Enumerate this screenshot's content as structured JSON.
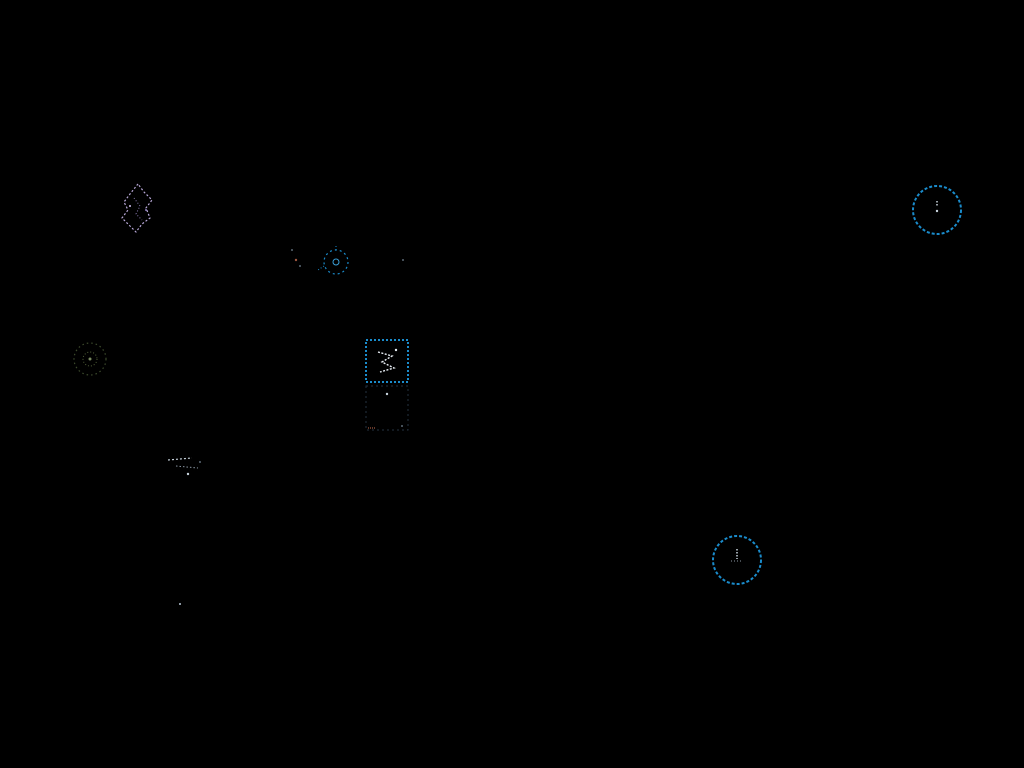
{
  "scene": {
    "background": "#000000",
    "outline_color": "#1a8ccc",
    "accent_color": "#b8a8d8",
    "warm_color": "#a05840",
    "mid_color": "#5c6874"
  },
  "sprites": [
    {
      "name": "crystal-shard-sprite",
      "icon": "crystal-shard"
    },
    {
      "name": "debris-cluster-sprite",
      "icon": "debris-cluster"
    },
    {
      "name": "ring-target-sprite",
      "icon": "ring-target"
    },
    {
      "name": "orbit-ring-marker-right",
      "icon": "ring-marker"
    },
    {
      "name": "orbit-ring-marker-bottom",
      "icon": "ring-marker"
    },
    {
      "name": "spinner-drone-sprite",
      "icon": "spinner-drone"
    },
    {
      "name": "control-pad-sprite",
      "icon": "pad-panel"
    },
    {
      "name": "ship-fragment-sprite",
      "icon": "ship-fragment"
    },
    {
      "name": "faint-star-speck",
      "icon": "star"
    }
  ]
}
